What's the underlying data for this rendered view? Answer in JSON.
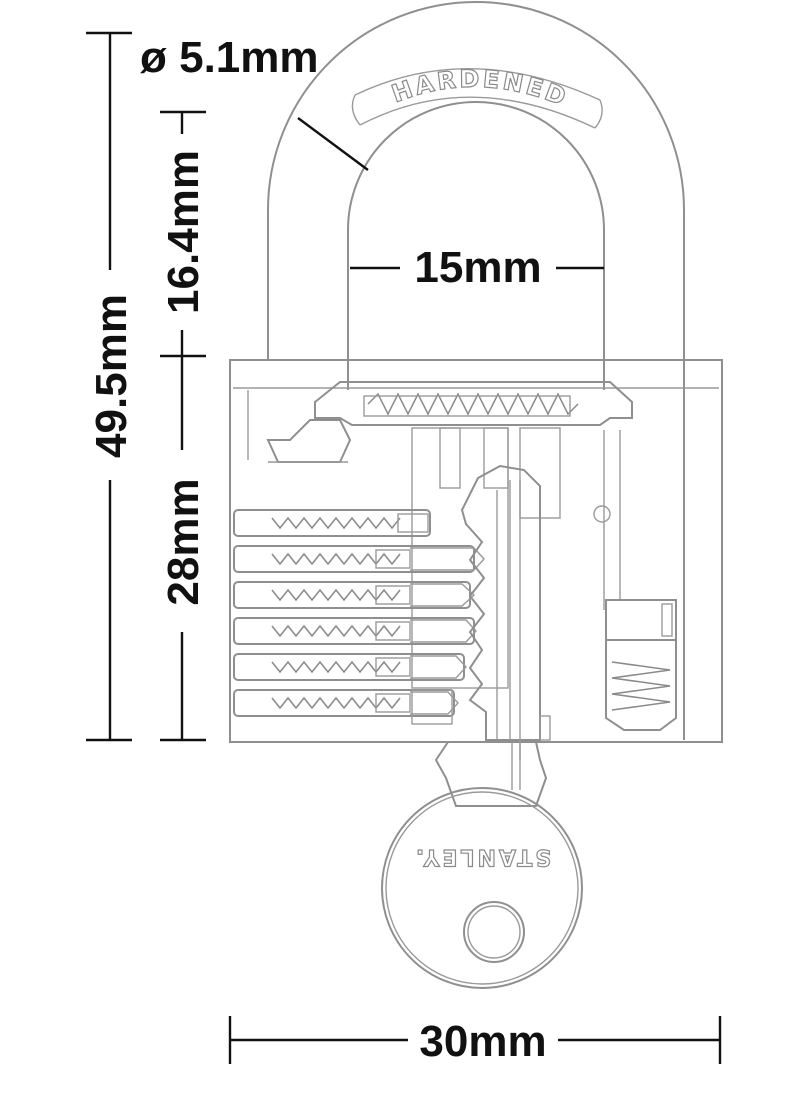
{
  "dimensions": {
    "shackle_diameter": "ø 5.1mm",
    "shackle_clearance": "16.4mm",
    "shackle_inner_width": "15mm",
    "overall_height": "49.5mm",
    "body_height": "28mm",
    "body_width": "30mm"
  },
  "engravings": {
    "shackle": "HARDENED",
    "key_brand": "STANLEY."
  },
  "colors": {
    "dimension": "#111111",
    "drawing": "#8f8f8f",
    "background": "#ffffff"
  }
}
